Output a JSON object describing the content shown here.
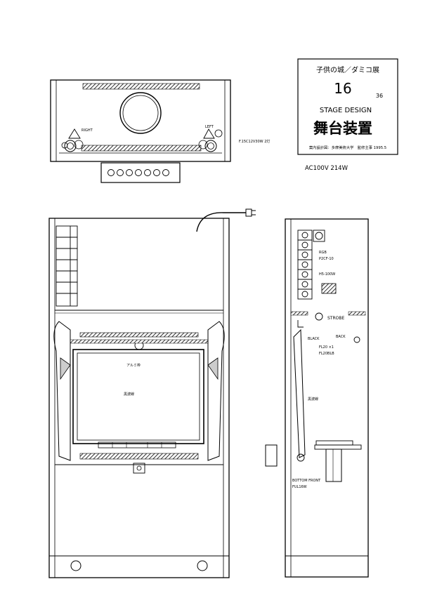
{
  "title_block": {
    "exhibition": "子供の城／ダミコ展",
    "number": "16",
    "sub_number": "36",
    "subtitle_en": "STAGE DESIGN",
    "subtitle_jp": "舞台装置",
    "credit": "案内設計図：多摩美術大学　監修主事 1995.5"
  },
  "power_note": "AC100V 214W",
  "top_view": {
    "label_right": "RIGHT",
    "label_left": "LEFT",
    "lamp_note": "F.15C12V30W 2灯"
  },
  "side_view": {
    "rgb_label": "RGB",
    "rgb_model": "P2CF-10",
    "lamp_label": "H5-100W",
    "strobe_label": "STROBE",
    "black_label": "BLACK",
    "back_label": "BACK",
    "fl_label_1": "FL20 ×1",
    "fl_label_2": "FL20BLB",
    "curtain_label": "黒波線",
    "bottom_front_1": "BOTTOM FRONT",
    "bottom_front_2": "FUL16W"
  },
  "front_view": {
    "screen_label_top": "アルミ枠",
    "screen_label_mid": "黒波線"
  },
  "colors": {
    "line": "#000000",
    "hatch": "#000000",
    "paper": "#ffffff"
  }
}
